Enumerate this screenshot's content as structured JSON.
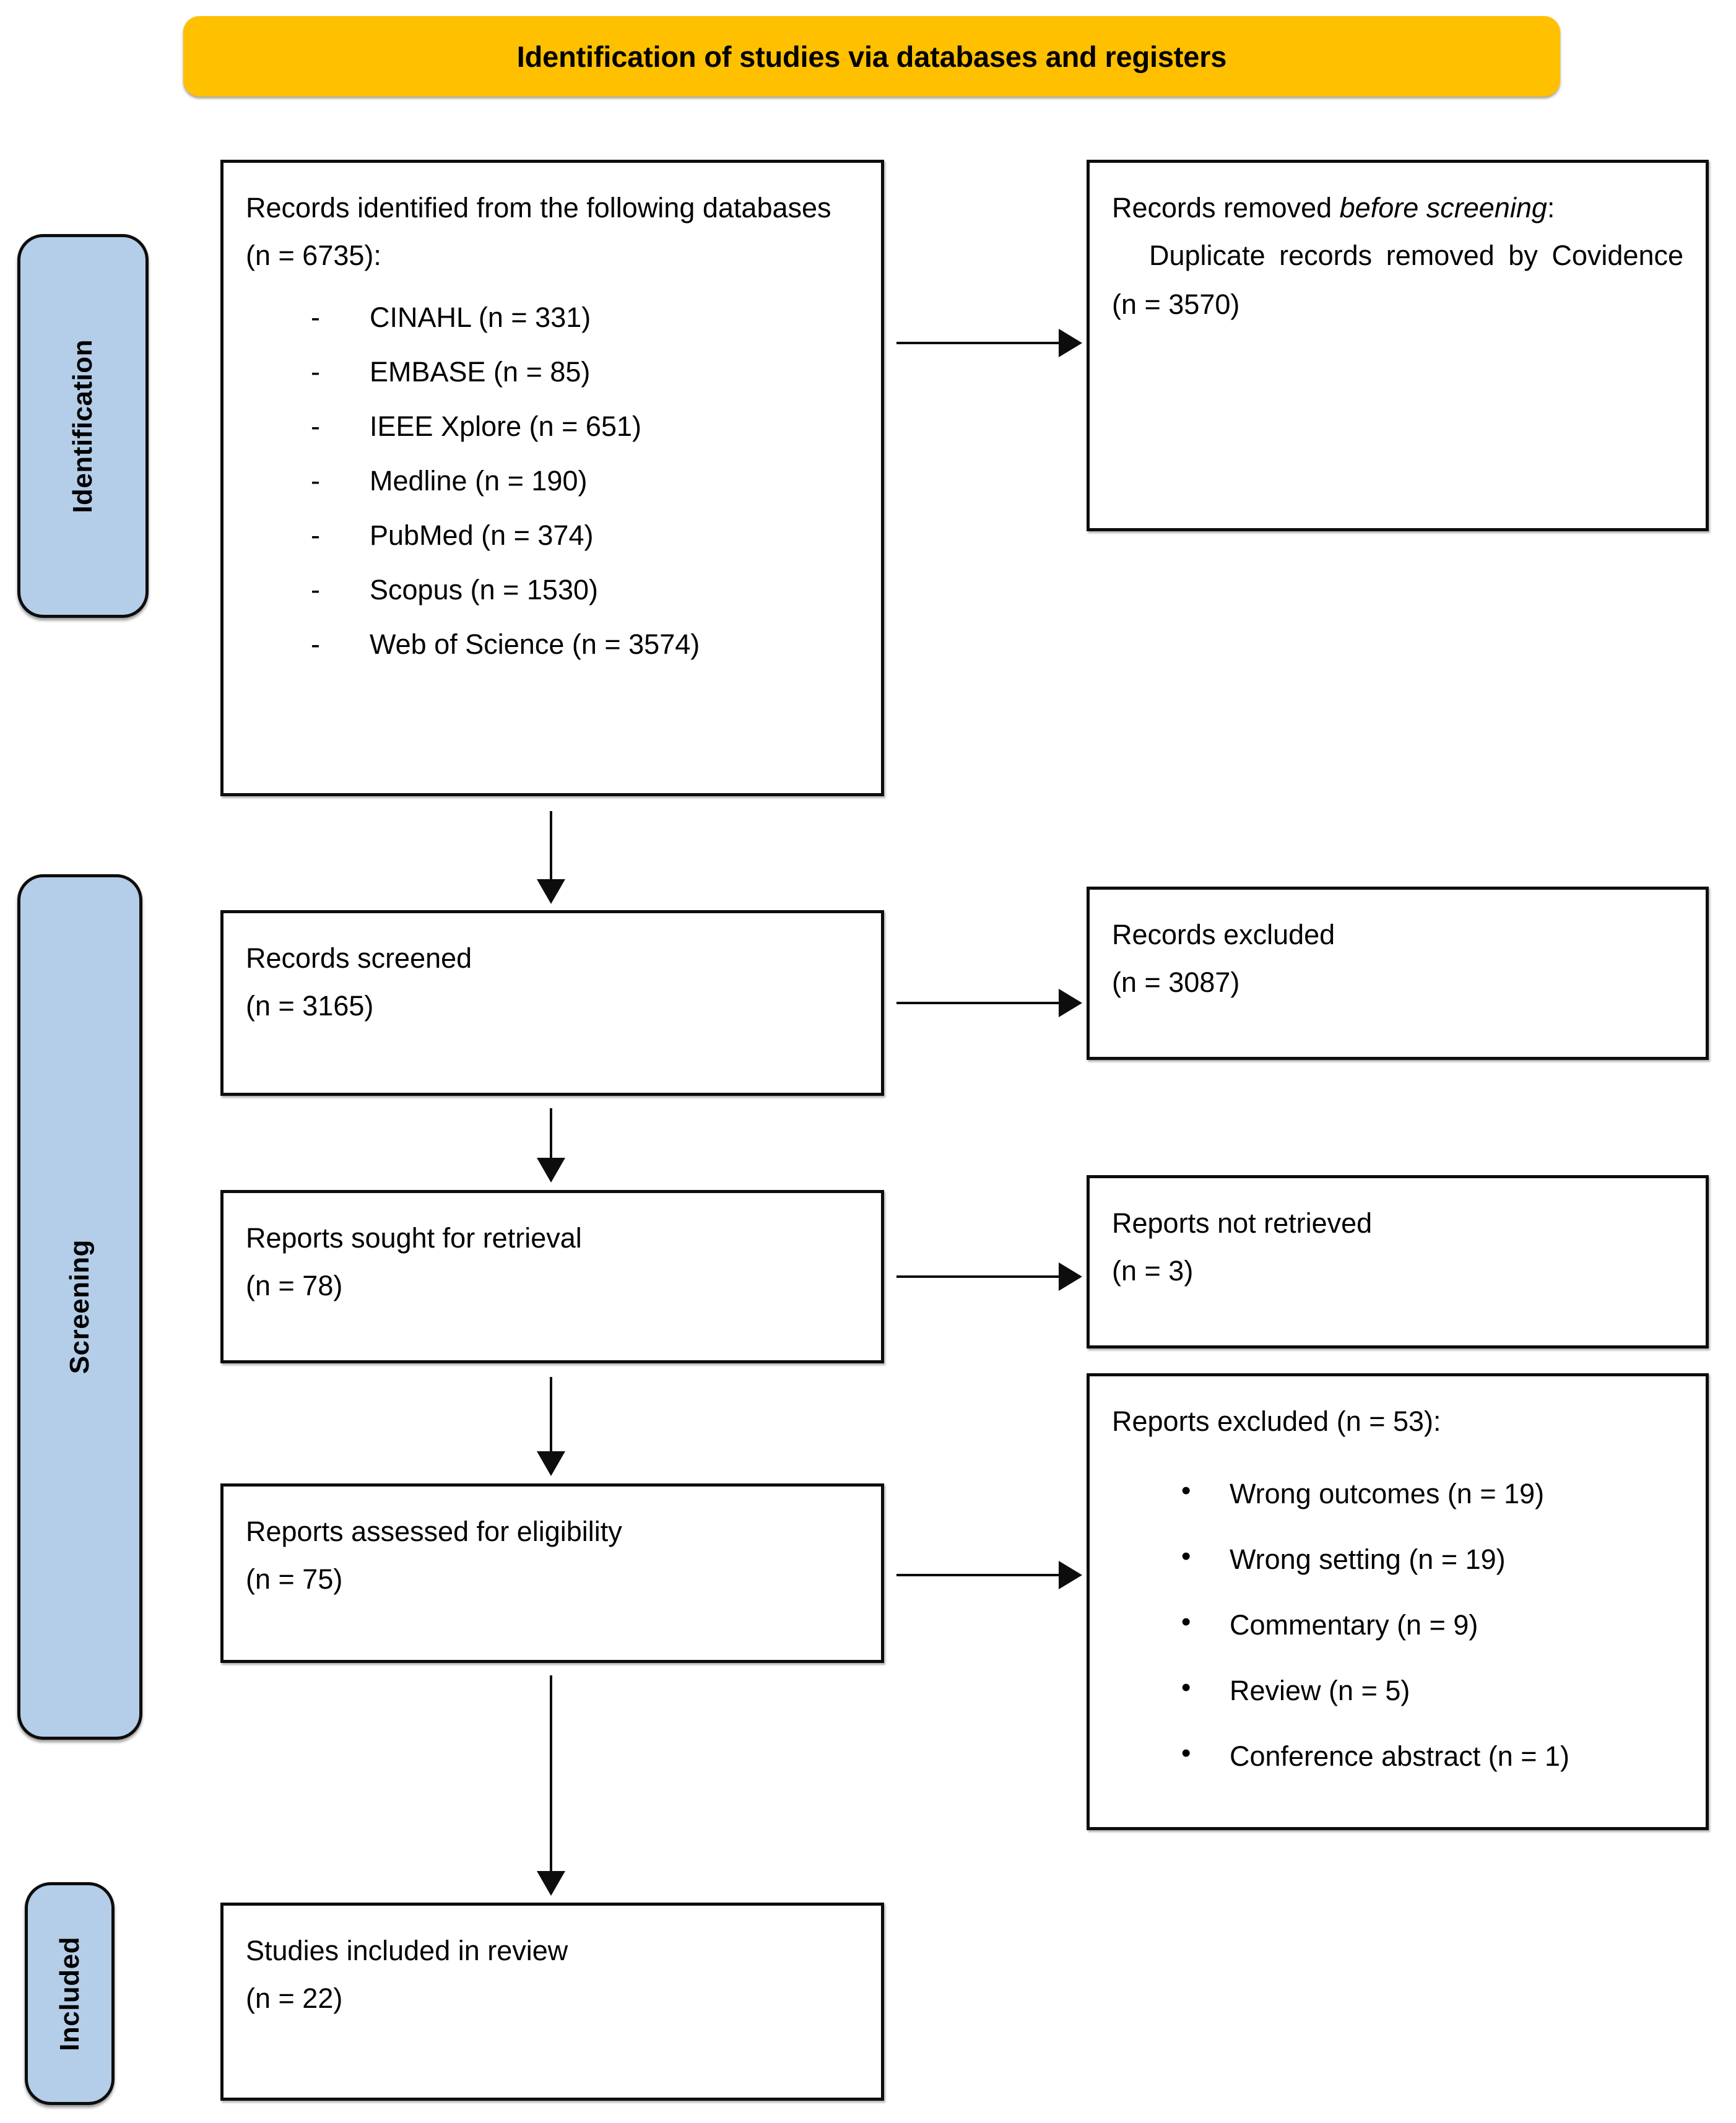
{
  "header": {
    "title": "Identification of studies via databases and registers",
    "background_color": "#FFC000"
  },
  "stages": {
    "identification": "Identification",
    "screening": "Screening",
    "included": "Included",
    "background_color": "#B4CDE8"
  },
  "boxes": {
    "identified": {
      "heading": "Records identified from the following databases (n = 6735):",
      "sources": [
        "CINAHL (n = 331)",
        "EMBASE (n = 85)",
        "IEEE Xplore (n = 651)",
        "Medline (n = 190)",
        "PubMed (n = 374)",
        "Scopus (n = 1530)",
        "Web of Science (n = 3574)"
      ]
    },
    "removed_before_screening": {
      "heading_plain": "Records removed ",
      "heading_italic": "before screening",
      "heading_suffix": ":",
      "detail": "Duplicate records removed by Covidence (n = 3570)"
    },
    "records_screened": {
      "label": "Records screened",
      "count": "(n = 3165)"
    },
    "records_excluded": {
      "label": "Records excluded",
      "count": "(n = 3087)"
    },
    "reports_sought": {
      "label": "Reports sought for retrieval",
      "count": "(n = 78)"
    },
    "reports_not_retrieved": {
      "label": "Reports not retrieved",
      "count": "(n = 3)"
    },
    "reports_assessed": {
      "label": "Reports assessed for eligibility",
      "count": "(n = 75)"
    },
    "reports_excluded": {
      "heading": "Reports excluded (n = 53):",
      "reasons": [
        "Wrong outcomes (n = 19)",
        "Wrong setting (n = 19)",
        "Commentary (n = 9)",
        "Review (n = 5)",
        "Conference abstract (n = 1)"
      ]
    },
    "studies_included": {
      "label": "Studies included in review",
      "count": "(n = 22)"
    }
  },
  "chart_data": {
    "type": "diagram",
    "title": "Identification of studies via databases and registers",
    "stages": [
      "Identification",
      "Screening",
      "Included"
    ],
    "nodes": [
      {
        "id": "identified",
        "label": "Records identified from the following databases",
        "n": 6735,
        "stage": "Identification"
      },
      {
        "id": "removed",
        "label": "Duplicate records removed by Covidence",
        "n": 3570,
        "stage": "Identification"
      },
      {
        "id": "screened",
        "label": "Records screened",
        "n": 3165,
        "stage": "Screening"
      },
      {
        "id": "rec_excluded",
        "label": "Records excluded",
        "n": 3087,
        "stage": "Screening"
      },
      {
        "id": "sought",
        "label": "Reports sought for retrieval",
        "n": 78,
        "stage": "Screening"
      },
      {
        "id": "not_retrieved",
        "label": "Reports not retrieved",
        "n": 3,
        "stage": "Screening"
      },
      {
        "id": "assessed",
        "label": "Reports assessed for eligibility",
        "n": 75,
        "stage": "Screening"
      },
      {
        "id": "rep_excluded",
        "label": "Reports excluded",
        "n": 53,
        "stage": "Screening"
      },
      {
        "id": "included",
        "label": "Studies included in review",
        "n": 22,
        "stage": "Included"
      }
    ],
    "database_counts": {
      "CINAHL": 331,
      "EMBASE": 85,
      "IEEE Xplore": 651,
      "Medline": 190,
      "PubMed": 374,
      "Scopus": 1530,
      "Web of Science": 3574
    },
    "exclusion_reasons": {
      "Wrong outcomes": 19,
      "Wrong setting": 19,
      "Commentary": 9,
      "Review": 5,
      "Conference abstract": 1
    },
    "edges": [
      [
        "identified",
        "removed"
      ],
      [
        "identified",
        "screened"
      ],
      [
        "screened",
        "rec_excluded"
      ],
      [
        "screened",
        "sought"
      ],
      [
        "sought",
        "not_retrieved"
      ],
      [
        "sought",
        "assessed"
      ],
      [
        "assessed",
        "rep_excluded"
      ],
      [
        "assessed",
        "included"
      ]
    ]
  }
}
